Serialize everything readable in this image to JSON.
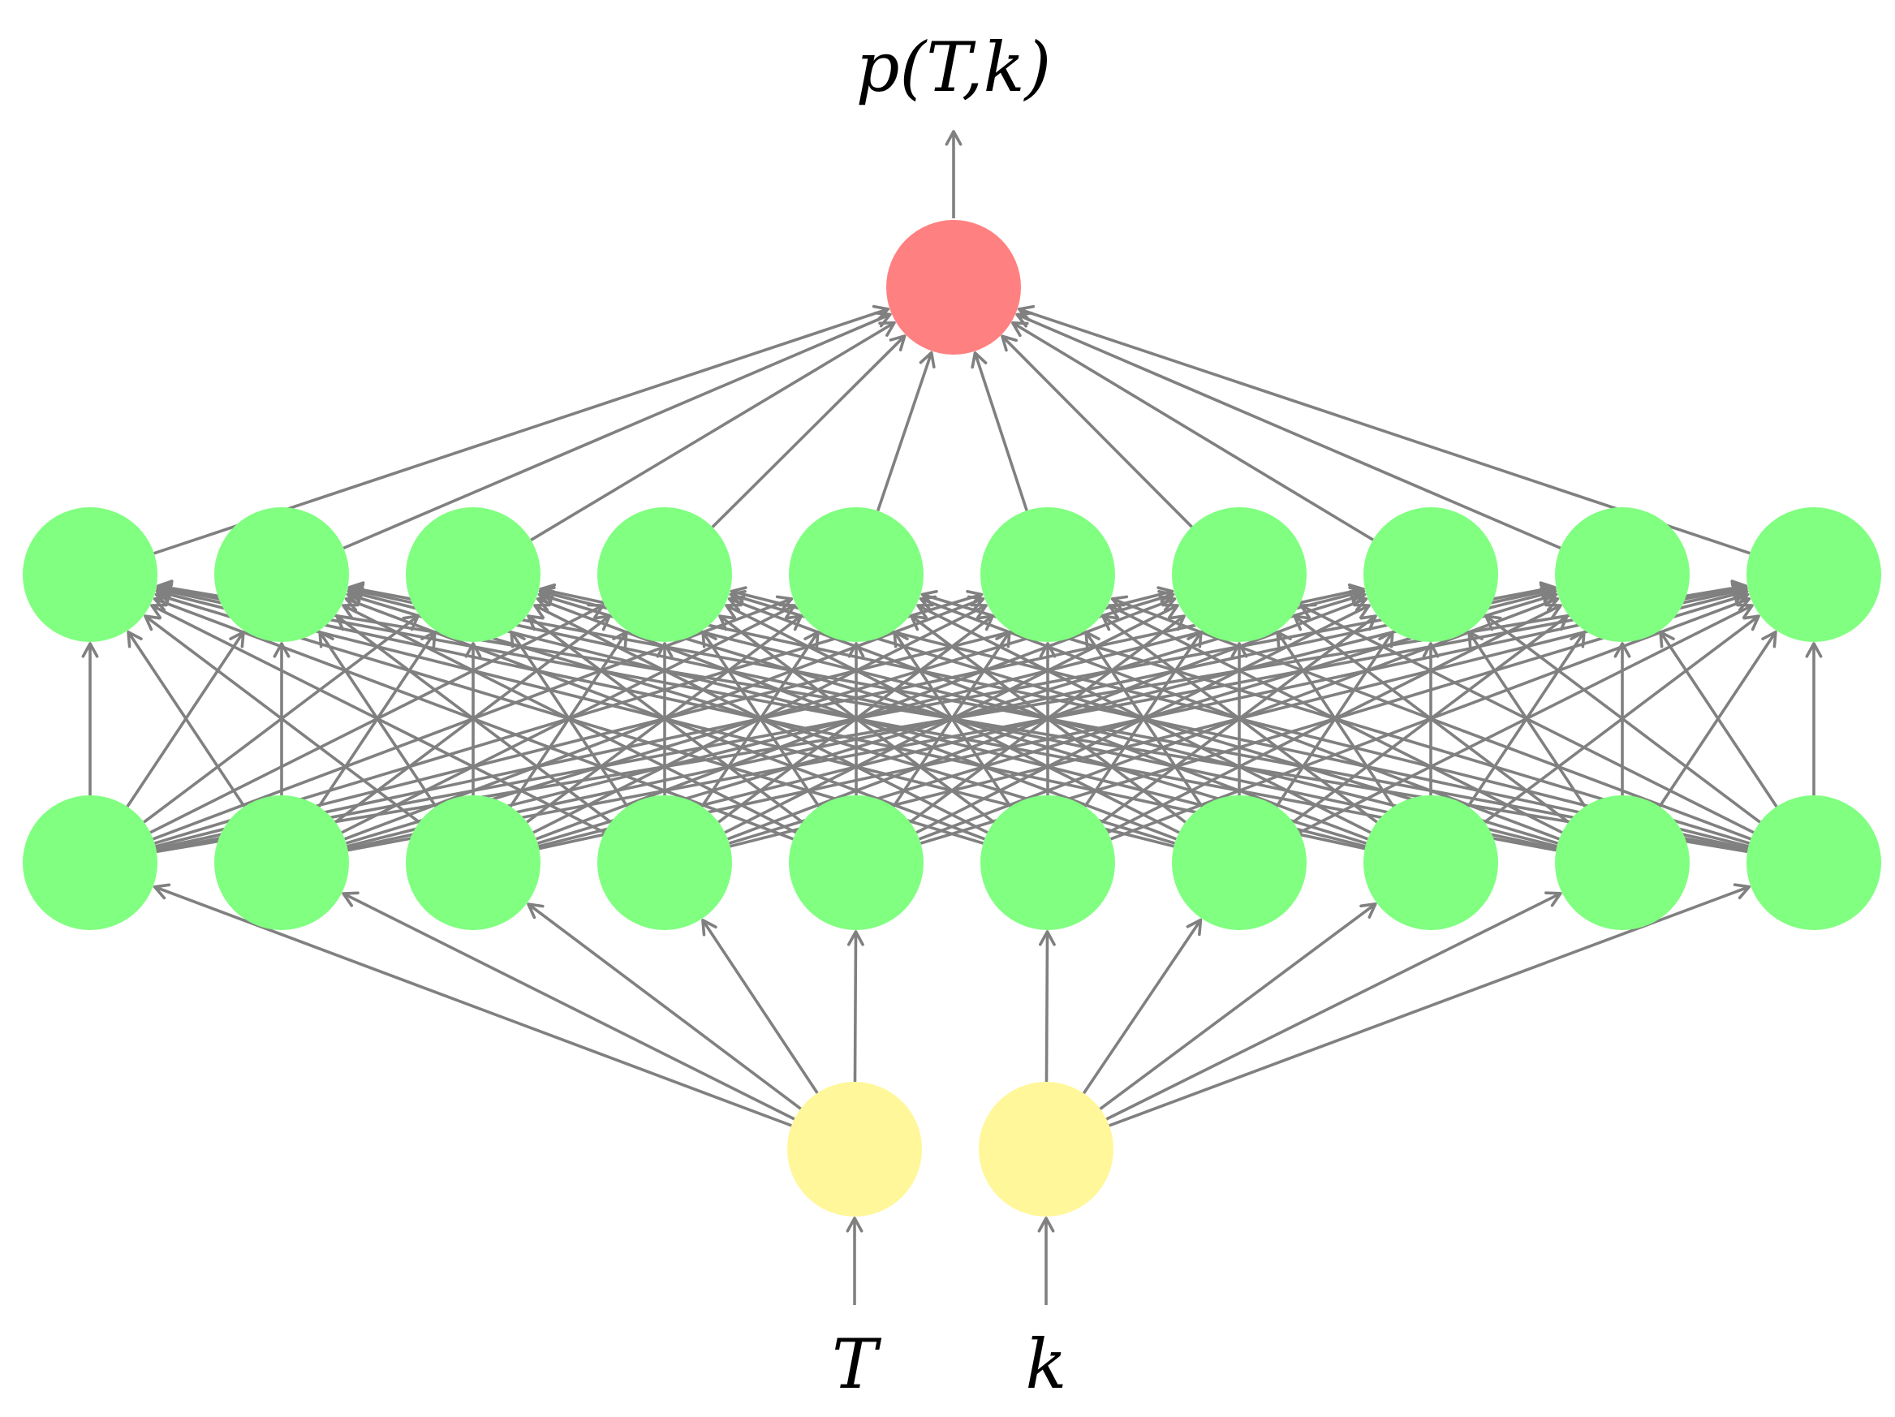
{
  "labels": {
    "output": "p(T,k)",
    "input_T": "T",
    "input_k": "k"
  },
  "network": {
    "input_count": 2,
    "hidden_layer_1_count": 10,
    "hidden_layer_2_count": 10,
    "output_count": 1
  },
  "colors": {
    "input_node": "#fff799",
    "hidden_node": "#80ff80",
    "output_node": "#ff8080",
    "edge": "#808080",
    "text": "#000000"
  }
}
